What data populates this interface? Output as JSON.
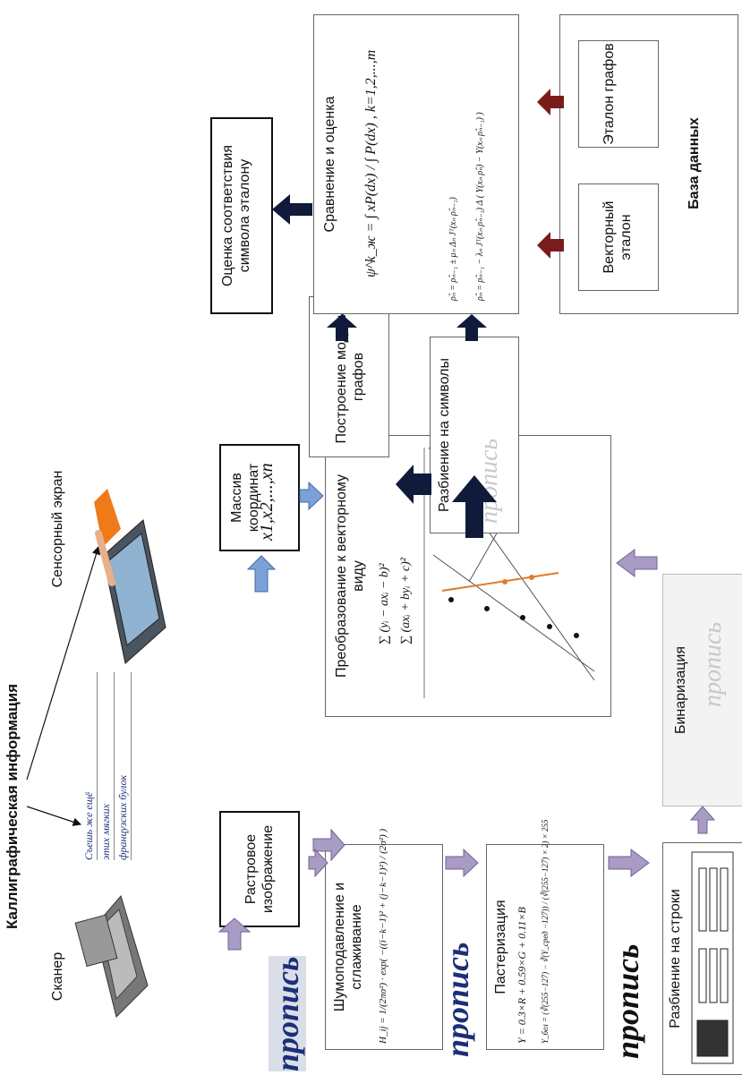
{
  "title": "Каллиграфическая информация",
  "inputs": {
    "scanner": "Сканер",
    "touch_screen": "Сенсорный экран",
    "handwriting_sample": [
      "Съешь же ещё",
      "этих мягких",
      "французских булок"
    ]
  },
  "steps": {
    "raster": "Растровое изображение",
    "denoise": "Шумоподавление и сглаживание",
    "posterize": "Пастеризация",
    "split_lines": "Разбиение на строки",
    "binarize": "Бинаризация",
    "coords_title": "Массив координат",
    "coords_formula": "x1,x2,...,xn",
    "vector_title": "Преобразование к векторному виду",
    "graph_model": "Построение модели графов",
    "split_symbols": "Разбиение на символы",
    "compare": "Сравнение и оценка",
    "output": "Оценка соответствия символа эталону"
  },
  "database": {
    "label": "База данных",
    "vector_ref": "Векторный эталон",
    "graph_ref": "Эталон графов"
  },
  "formulas": {
    "gauss": "H_ij = 1/(2πσ²) · exp( −((i−k−1)² + (j−k−1)²) / (2σ²) )",
    "posterize_1": "Y = 0.3×R + 0.59×G + 0.11×B",
    "posterize_2": "Y_бел = (∛(255−127) − ∛(Y_сред −127)) / (∛(255−127) × 2) × 255",
    "vector_num": "∑ (yᵢ − axᵢ − b)²",
    "vector_den": "∑ (axᵢ + byᵢ + c)²",
    "psi": "ψ^k_ж = ∫ xP(dx) / ∫ P(dx) ,  k=1,2,...,m",
    "kalman_1": "ρ̂ₙ = ρ̂ₙ₋₁ ± μₙ Δₙ Jᵀ(xₙ ρ̂ₙ₋₁)",
    "kalman_2": "ρ̂ₙ = ρ̂ₙ₋₁ − λₙ Jᵀ(xₙ ρ̂ₙ₋₁) Δ ( Y(xₙ ρ̂ₙ) − Y(xₙ ρ̂ₙ₋₁) )"
  },
  "handwriting": "пропись",
  "colors": {
    "lavender_arrow": "#a89bc4",
    "blue_arrow": "#7aa2d6",
    "navy_arrow": "#101a3a",
    "maroon_arrow": "#7a1c1c",
    "ink_blue": "#1b2f78"
  }
}
